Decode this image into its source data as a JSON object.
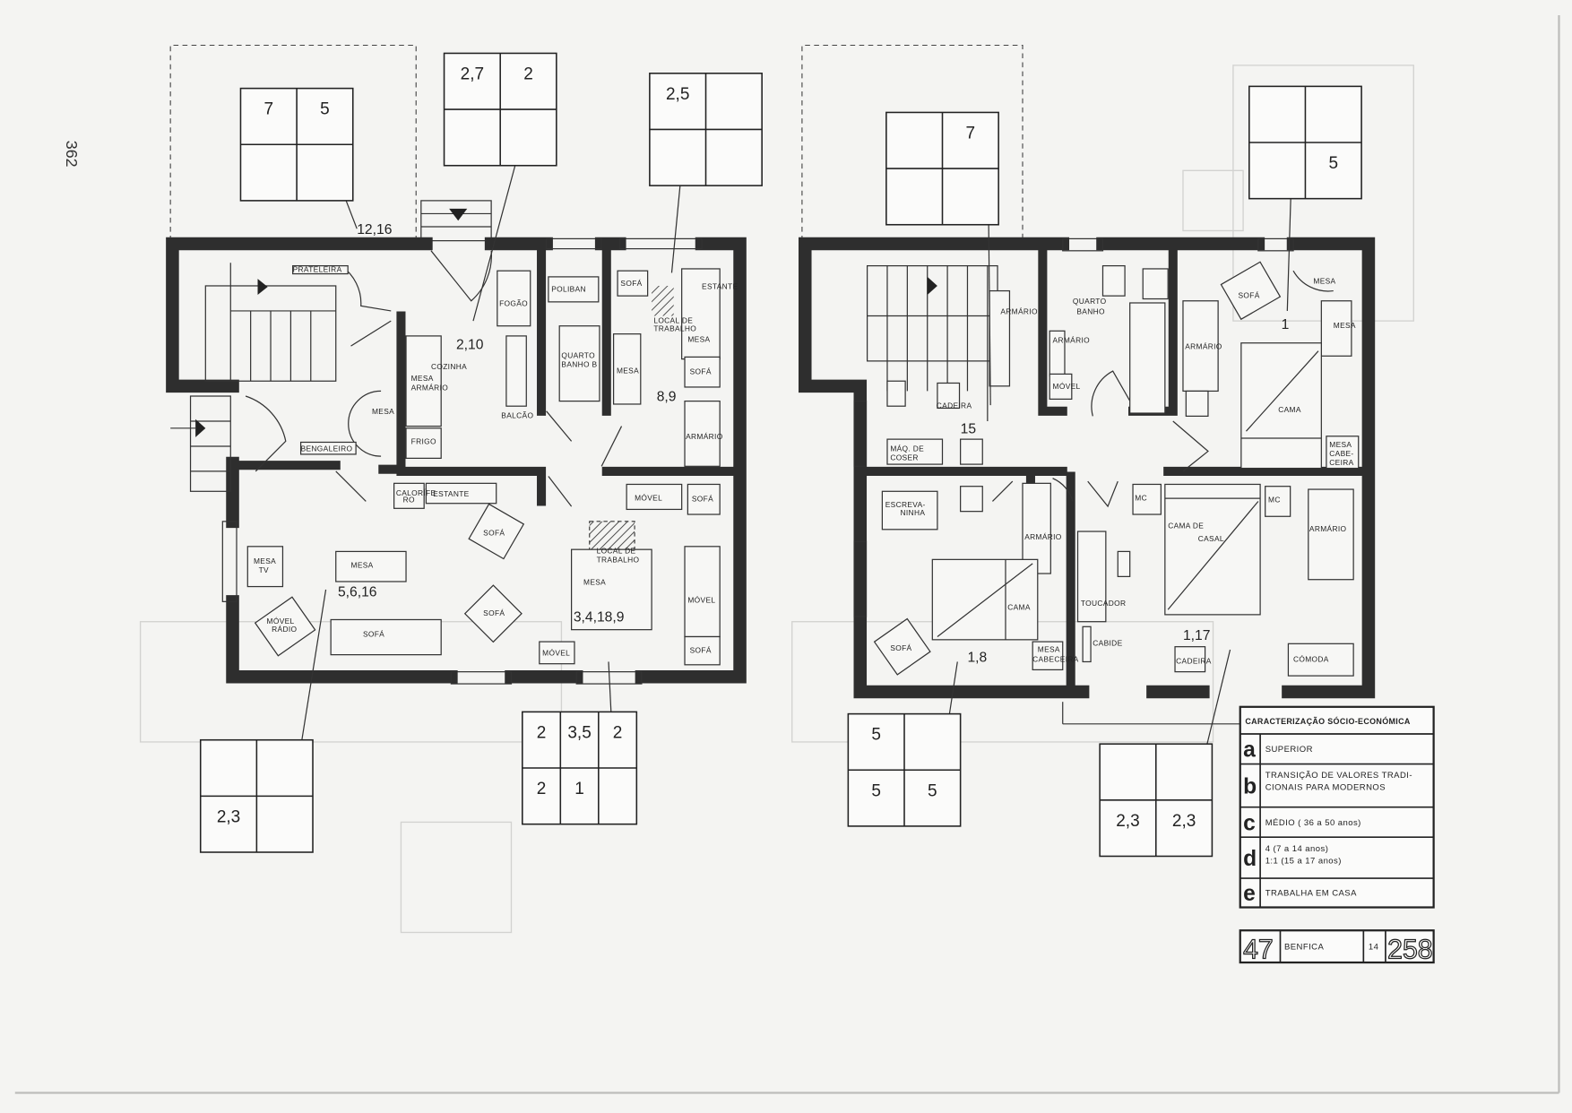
{
  "page_number": "362",
  "left_plan": {
    "area_numbers": [
      "12,16",
      "2,10",
      "8,9",
      "5,6,16",
      "3,4,18,9"
    ],
    "furniture": [
      "PRATELEIRA",
      "FOGÃO",
      "POLIBAN",
      "SOFÁ",
      "ESTANTE",
      "LOCAL DE",
      "TRABALHO",
      "MESA",
      "QUARTO",
      "BANHO B",
      "MESA",
      "SOFÁ",
      "COZINHA",
      "MESA",
      "ARMÁRIO",
      "MESA",
      "FRIGO",
      "BALCÃO",
      "ARMÁRIO",
      "BENGALEIRO",
      "CALORÍFE",
      "RO",
      "ESTANTE",
      "MÓVEL",
      "SOFÁ",
      "SOFÁ",
      "LOCAL DE",
      "TRABALHO",
      "MESA",
      "TV",
      "MESA",
      "MESA",
      "MÓVEL",
      "MÓVEL",
      "RÁDIO",
      "SOFÁ",
      "SOFÁ",
      "MÓVEL",
      "SOFÁ"
    ]
  },
  "right_plan": {
    "area_numbers": [
      "15",
      "1",
      "1,8",
      "1,17"
    ],
    "furniture": [
      "ARMÁRIO",
      "QUARTO",
      "BANHO",
      "ARMÁRIO",
      "MÓVEL",
      "CADEIRA",
      "SOFÁ",
      "MESA",
      "MESA",
      "ARMÁRIO",
      "CAMA",
      "MESA",
      "CABE-",
      "CEIRA",
      "MÁQ. DE",
      "COSER",
      "ESCREVA-",
      "NINHA",
      "ARMÁRIO",
      "MC",
      "MC",
      "CAMA DE",
      "CASAL",
      "ARMÁRIO",
      "CAMA",
      "TOUCADOR",
      "SOFÁ",
      "CABIDE",
      "MESA",
      "CABECEIRA",
      "CADEIRA",
      "CÓMODA"
    ]
  },
  "grid_boxes": [
    {
      "cells": [
        "7",
        "5",
        "",
        ""
      ]
    },
    {
      "cells": [
        "2,7",
        "2",
        "",
        ""
      ]
    },
    {
      "cells": [
        "2,5",
        "",
        "",
        ""
      ]
    },
    {
      "cells": [
        "",
        "",
        "2,3",
        ""
      ]
    },
    {
      "cells": [
        "2",
        "3,5",
        "2",
        "2",
        "1",
        ""
      ]
    },
    {
      "cells": [
        "",
        "7",
        "",
        ""
      ]
    },
    {
      "cells": [
        "",
        "",
        "",
        "5"
      ]
    },
    {
      "cells": [
        "5",
        "",
        "5",
        "5"
      ]
    },
    {
      "cells": [
        "",
        "",
        "2,3",
        "2,3"
      ]
    }
  ],
  "legend": {
    "title": "CARACTERIZAÇÃO SÓCIO-ECONÓMICA",
    "rows": [
      {
        "key": "a",
        "lines": [
          "SUPERIOR"
        ]
      },
      {
        "key": "b",
        "lines": [
          "TRANSIÇÃO DE VALORES TRADI-",
          "CIONAIS PARA MODERNOS"
        ]
      },
      {
        "key": "c",
        "lines": [
          "MÉDIO ( 36 a 50 anos)"
        ]
      },
      {
        "key": "d",
        "lines": [
          "4  (7 a 14 anos)",
          "1:1  (15 a 17 anos)"
        ]
      },
      {
        "key": "e",
        "lines": [
          "TRABALHA EM CASA"
        ]
      }
    ]
  },
  "footer": {
    "number": "47",
    "place": "BENFICA",
    "sub": "14",
    "sheet": "258"
  },
  "colors": {
    "ink": "#2e2e2e",
    "paper": "#f4f4f2"
  }
}
